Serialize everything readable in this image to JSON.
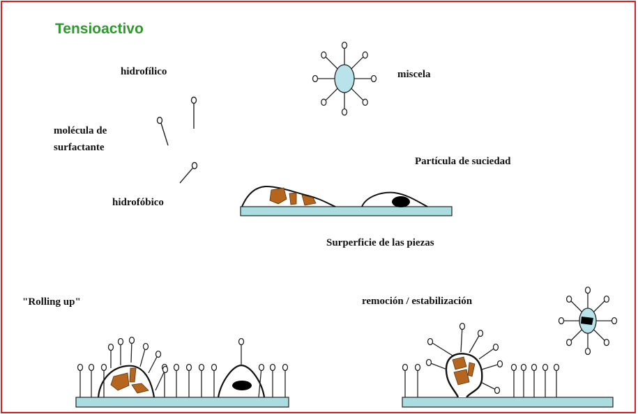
{
  "title": "Tensioactivo",
  "labels": {
    "hydrophilic": "hidrofílico",
    "molecule_line1": "molécula de",
    "molecule_line2": "surfactante",
    "hydrophobic": "hidrofóbico",
    "micelle": "miscela",
    "dirt_particle": "Partícula de suciedad",
    "surface": "Surperficie de las piezas",
    "rolling_up": "\"Rolling up\"",
    "removal": "remoción / estabilización"
  },
  "colors": {
    "frame": "#d91f26",
    "title": "#2e9a2e",
    "surface_fill": "#a9dde0",
    "micelle_fill": "#b8e3ea",
    "dirt_brown": "#b5651d",
    "dirt_black": "#000000"
  }
}
